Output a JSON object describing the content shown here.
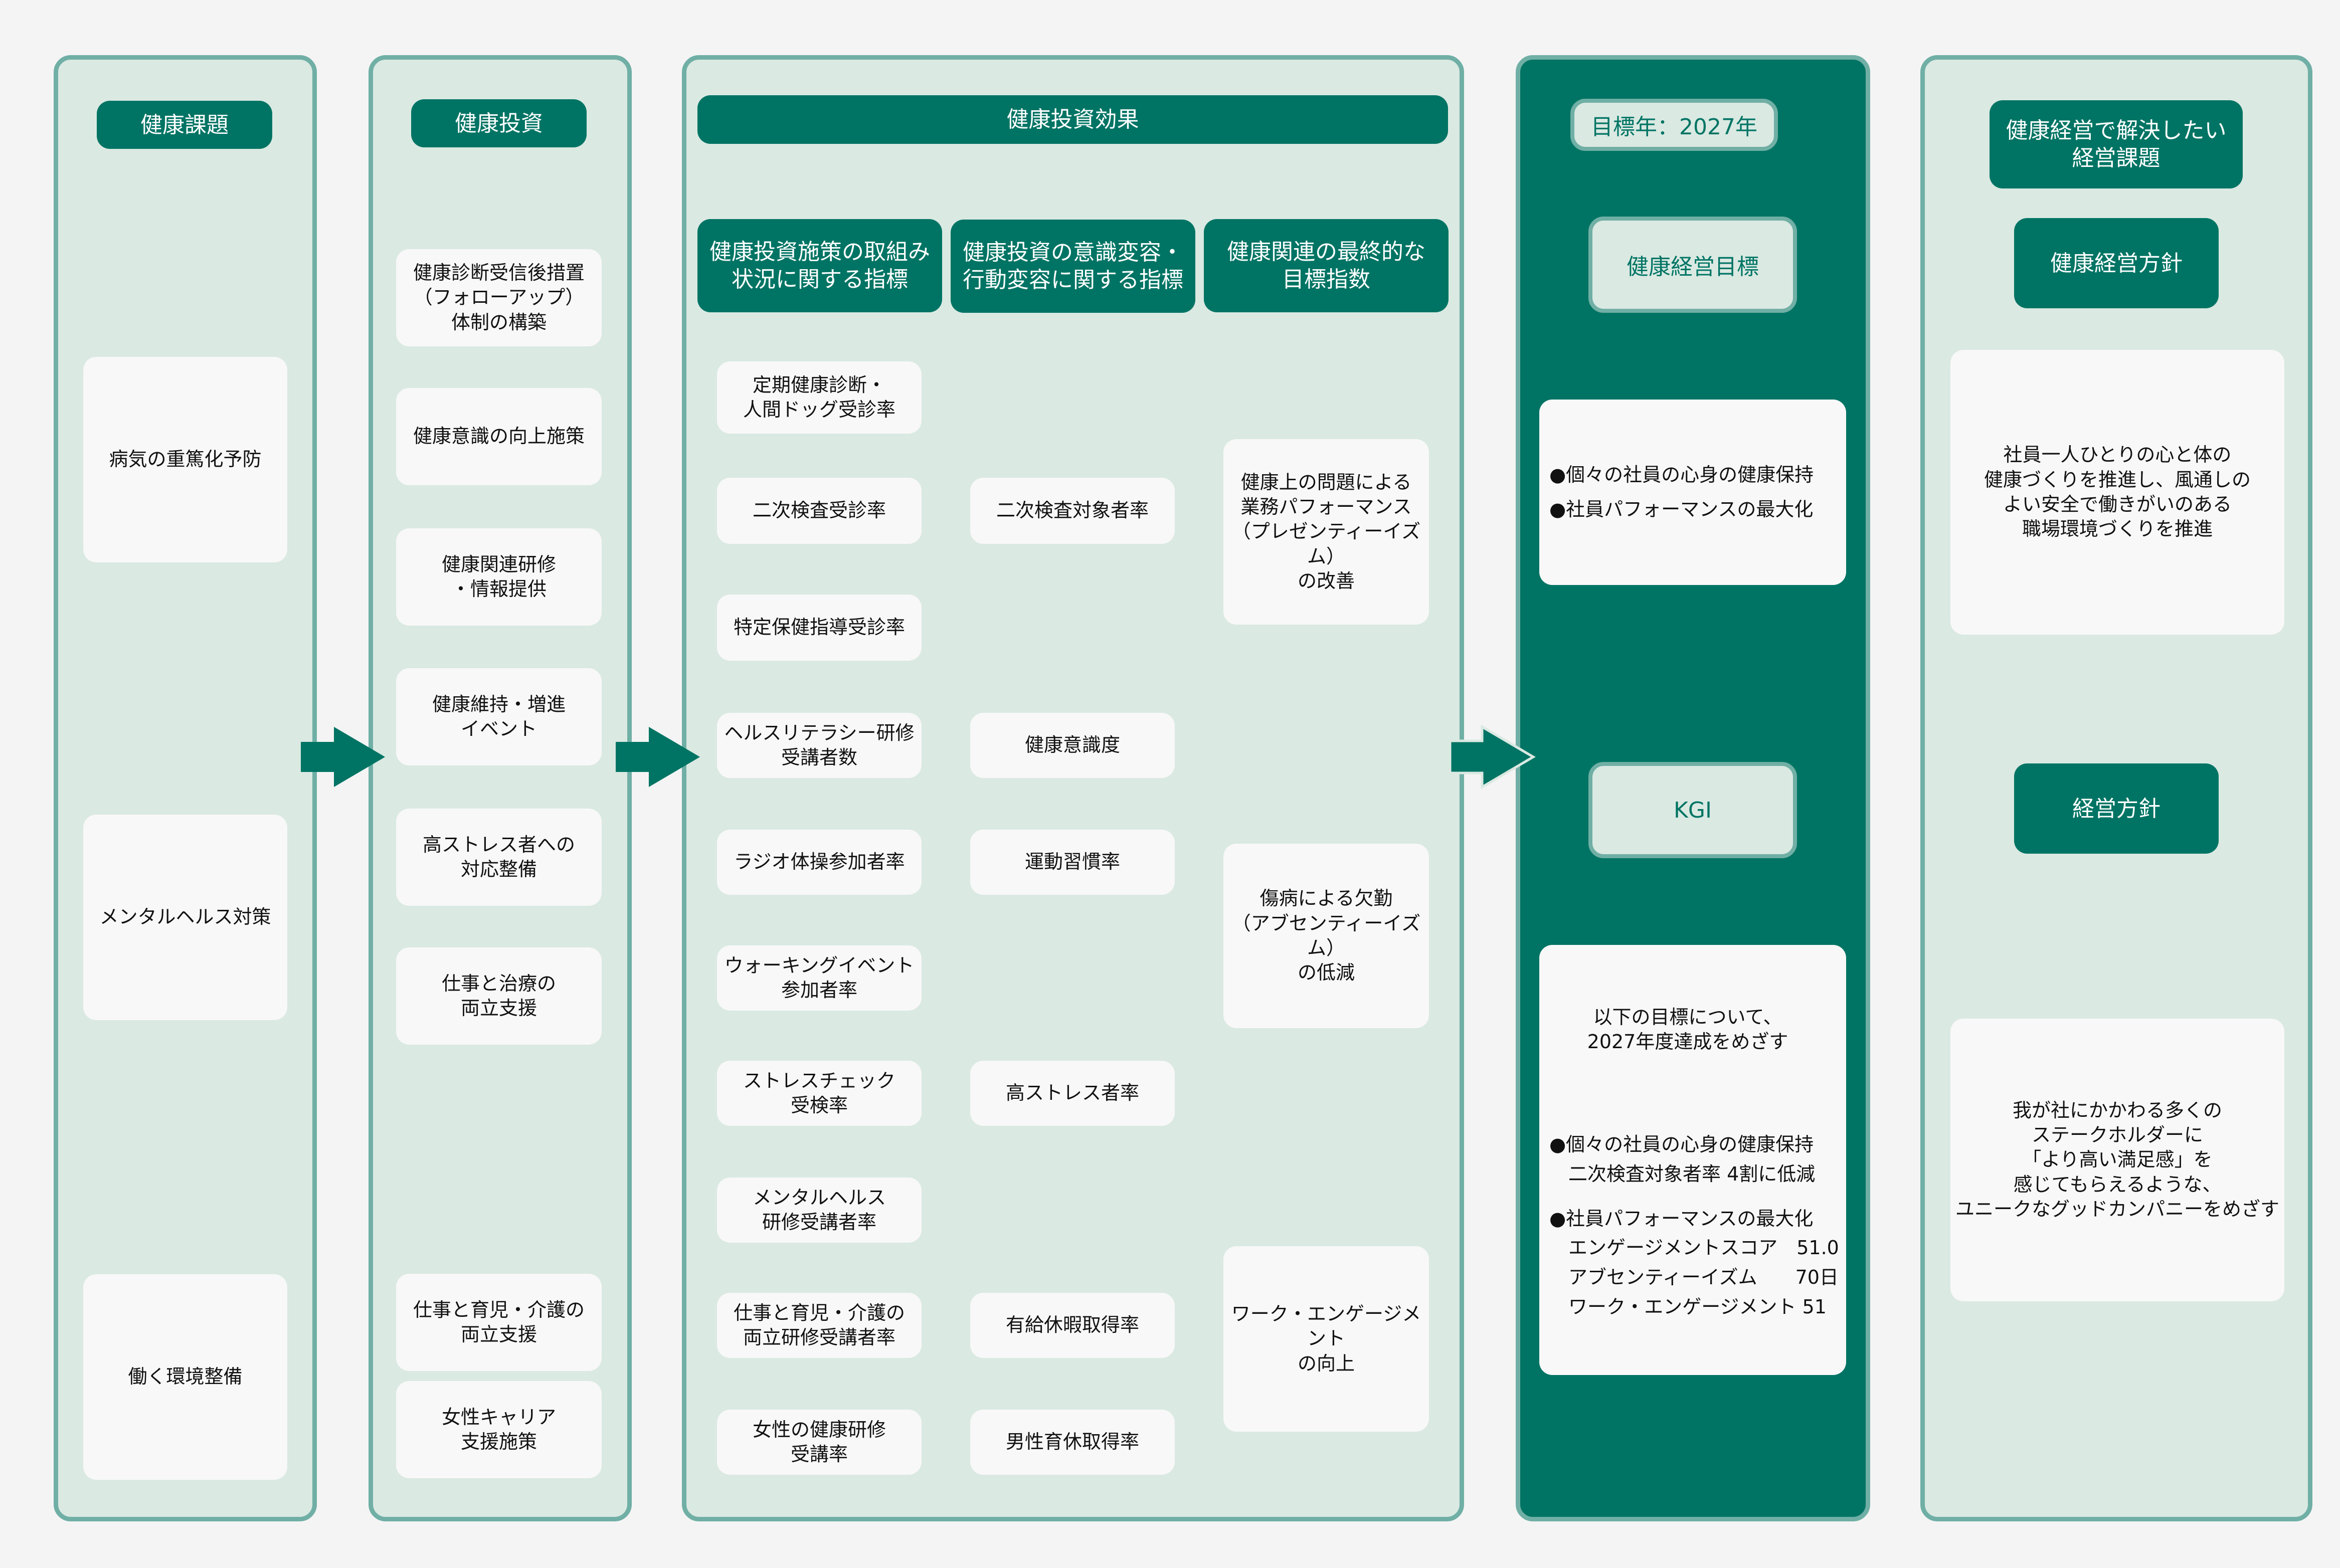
{
  "colors": {
    "primary": "#007464",
    "panel_bg": "#dae9e2",
    "panel_border": "#70afa5",
    "card_bg": "#f8f8f8",
    "page_bg": "#f4f4f4"
  },
  "col1": {
    "header": "健康課題",
    "items": [
      "病気の重篤化予防",
      "メンタルヘルス対策",
      "働く環境整備"
    ]
  },
  "col2": {
    "header": "健康投資",
    "items": [
      "健康診断受信後措置\n（フォローアップ）\n体制の構築",
      "健康意識の向上施策",
      "健康関連研修\n・情報提供",
      "健康維持・増進\nイベント",
      "高ストレス者への\n対応整備",
      "仕事と治療の\n両立支援",
      "仕事と育児・介護の\n両立支援",
      "女性キャリア\n支援施策"
    ]
  },
  "col3": {
    "header": "健康投資効果",
    "sub_headers": [
      "健康投資施策の取組み\n状況に関する指標",
      "健康投資の意識変容・\n行動変容に関する指標",
      "健康関連の最終的な\n目標指数"
    ],
    "a_items": [
      "定期健康診断・\n人間ドッグ受診率",
      "二次検査受診率",
      "特定保健指導受診率",
      "ヘルスリテラシー研修\n受講者数",
      "ラジオ体操参加者率",
      "ウォーキングイベント\n参加者率",
      "ストレスチェック\n受検率",
      "メンタルヘルス\n研修受講者率",
      "仕事と育児・介護の\n両立研修受講者率",
      "女性の健康研修\n受講率"
    ],
    "b_items": [
      "二次検査対象者率",
      "健康意識度",
      "運動習慣率",
      "高ストレス者率",
      "有給休暇取得率",
      "男性育休取得率"
    ],
    "c_items": [
      "健康上の問題による\n業務パフォーマンス\n（プレゼンティーイズム）\nの改善",
      "傷病による欠勤\n（アブセンティーイズム）\nの低減",
      "ワーク・エンゲージメント\nの向上"
    ]
  },
  "col4": {
    "target_year": "目標年：2027年",
    "goal_header": "健康経営目標",
    "goal_items": [
      "●個々の社員の心身の健康保持",
      "●社員パフォーマンスの最大化"
    ],
    "kgi_header": "KGI",
    "kgi_intro": "以下の目標について、\n2027年度達成をめざす",
    "kgi_sections": [
      {
        "title": "●個々の社員の心身の健康保持",
        "lines": [
          "二次検査対象者率 4割に低減"
        ]
      },
      {
        "title": "●社員パフォーマンスの最大化",
        "lines": [
          "エンゲージメントスコア　51.0",
          "アブセンティーイズム　　70日",
          "ワーク・エンゲージメント 51"
        ]
      }
    ]
  },
  "col5": {
    "header": "健康経営で解決したい\n経営課題",
    "policy_header": "健康経営方針",
    "policy_text": "社員一人ひとりの心と体の\n健康づくりを推進し、風通しの\nよい安全で働きがいのある\n職場環境づくりを推進",
    "mgmt_header": "経営方針",
    "mgmt_text": "我が社にかかわる多くの\nステークホルダーに\n「より高い満足感」を\n感じてもらえるような、\nユニークなグッドカンパニーをめざす"
  }
}
